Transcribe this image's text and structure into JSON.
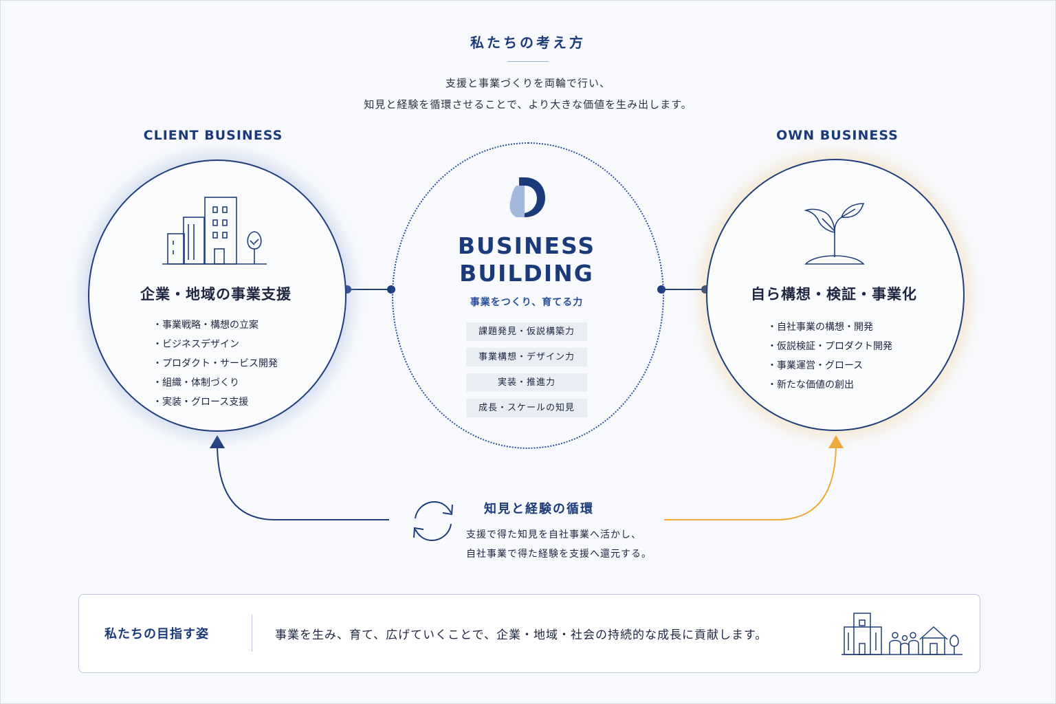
{
  "header": {
    "title": "私たちの考え方",
    "lead_line1": "支援と事業づくりを両輪で行い、",
    "lead_line2": "知見と経験を循環させることで、より大きな価値を生み出します。"
  },
  "client": {
    "label": "CLIENT BUSINESS",
    "heading": "企業・地域の事業支援",
    "items": [
      "・事業戦略・構想の立案",
      "・ビジネスデザイン",
      "・プロダクト・サービス開発",
      "・組織・体制づくり",
      "・実装・グロース支援"
    ],
    "icon": "buildings-icon"
  },
  "center": {
    "title_line1": "BUSINESS",
    "title_line2": "BUILDING",
    "subtitle": "事業をつくり、育てる力",
    "chips": [
      "課題発見・仮説構築力",
      "事業構想・デザイン力",
      "実装・推進力",
      "成長・スケールの知見"
    ],
    "icon": "logo-icon"
  },
  "own": {
    "label": "OWN BUSINESS",
    "heading": "自ら構想・検証・事業化",
    "items": [
      "・自社事業の構想・開発",
      "・仮説検証・プロダクト開発",
      "・事業運営・グロース",
      "・新たな価値の創出"
    ],
    "icon": "sprout-icon"
  },
  "cycle": {
    "title": "知見と経験の循環",
    "desc_line1": "支援で得た知見を自社事業へ活かし、",
    "desc_line2": "自社事業で得た経験を支援へ還元する。",
    "icon": "cycle-arrows-icon"
  },
  "vision": {
    "label": "私たちの目指す姿",
    "text": "事業を生み、育て、広げていくことで、企業・地域・社会の持続的な成長に貢献します。",
    "icon": "community-icon"
  },
  "colors": {
    "navy": "#1b3a7a",
    "orange": "#f0a93a",
    "text": "#1d2540"
  }
}
